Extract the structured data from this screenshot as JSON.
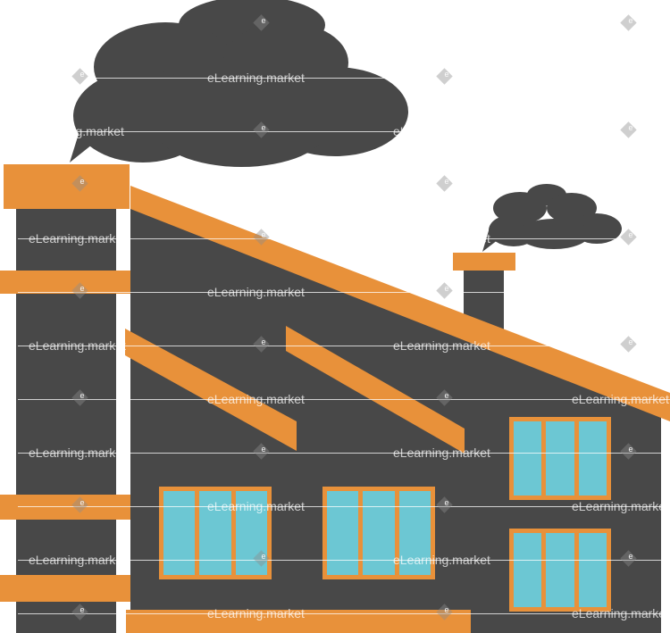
{
  "watermark": {
    "text": "eLearning.market",
    "mark": "e"
  },
  "colors": {
    "dark_gray": "#484848",
    "orange": "#E8913A",
    "window_glass": "#6CC7D3",
    "window_frame": "#E8913A",
    "background": "#FFFFFF"
  },
  "scene": {
    "subject": "factory-building",
    "elements": [
      "smoke-cloud-large",
      "smoke-cloud-small",
      "chimney-left",
      "chimney-right",
      "sloped-roof",
      "windows",
      "skylights"
    ]
  }
}
